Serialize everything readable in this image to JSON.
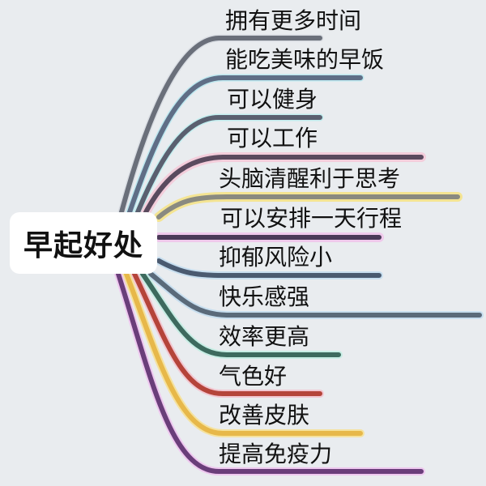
{
  "hub": {
    "label": "早起好处"
  },
  "branches": [
    {
      "label": "拥有更多时间",
      "color": "#6a6f7a",
      "glow": "#cfd4da"
    },
    {
      "label": "能吃美味的早饭",
      "color": "#5a7aa8",
      "glow": "#a8e6f0"
    },
    {
      "label": "可以健身",
      "color": "#3a8aa0",
      "glow": "#b0f0f0"
    },
    {
      "label": "可以工作",
      "color": "#3a6f70",
      "glow": "#bfeee0"
    },
    {
      "label": "头脑清醒利于思考",
      "color": "#5a4a5e",
      "glow": "#f5c6d6"
    },
    {
      "label": "可以安排一天行程",
      "color": "#8a8a80",
      "glow": "#f6e27a"
    },
    {
      "label": "抑郁风险小",
      "color": "#4a3a58",
      "glow": "#f0c0ea"
    },
    {
      "label": "快乐感强",
      "color": "#4a5a70",
      "glow": "#b8d8f0"
    },
    {
      "label": "效率更高",
      "color": "#3d6a5e",
      "glow": "#b8eedf"
    },
    {
      "label": "气色好",
      "color": "#b5443a",
      "glow": "#f5b8c4"
    },
    {
      "label": "改善皮肤",
      "color": "#e7b84a",
      "glow": "#f8e08a"
    },
    {
      "label": "提高免疫力",
      "color": "#6a3e7a",
      "glow": "#f0b8f0"
    }
  ]
}
